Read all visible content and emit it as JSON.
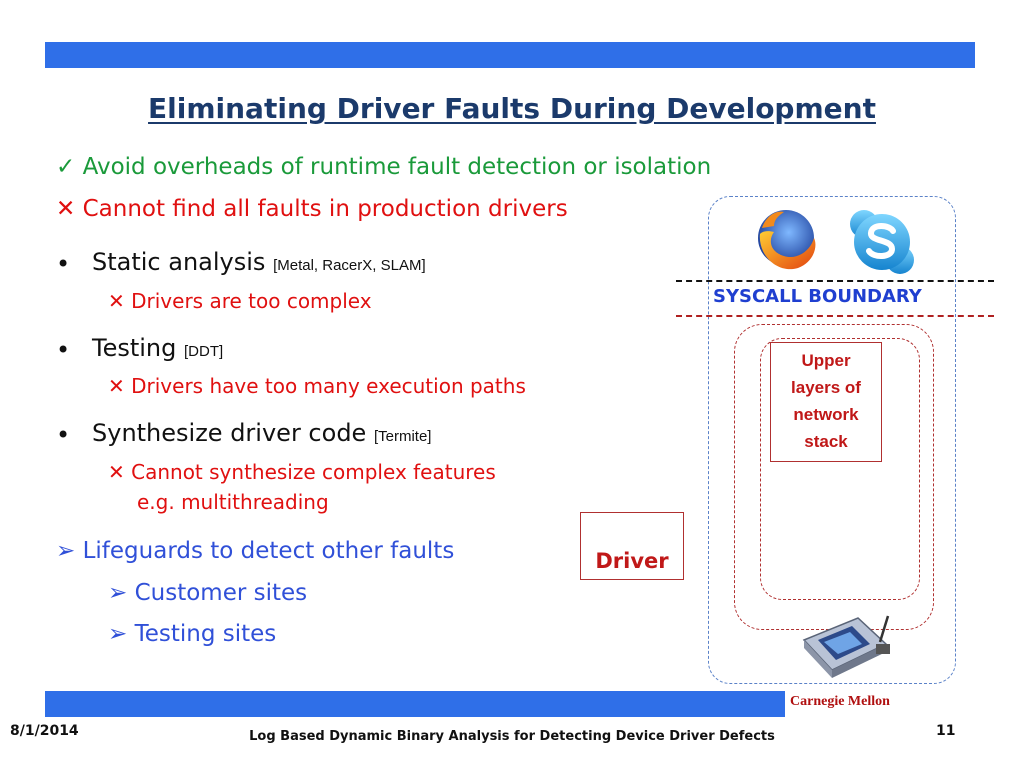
{
  "slide": {
    "title": "Eliminating Driver Faults During Development",
    "check_item": {
      "mark": "✓",
      "text": "Avoid overheads of runtime fault detection or isolation"
    },
    "cross_item": {
      "mark": "✕",
      "text": "Cannot find all faults in production drivers"
    },
    "bullets": [
      {
        "label": "Static analysis",
        "cite": "[Metal, RacerX, SLAM]",
        "sub": [
          "Drivers are too complex"
        ]
      },
      {
        "label": "Testing",
        "cite": "[DDT]",
        "sub": [
          "Drivers have too many execution paths"
        ]
      },
      {
        "label": "Synthesize driver code",
        "cite": "[Termite]",
        "sub": [
          "Cannot synthesize complex features",
          "e.g. multithreading"
        ]
      }
    ],
    "bullet_mark": "•",
    "sub_mark": "✕",
    "arrow_mark": "➢",
    "lifeguards": {
      "text": "Lifeguards to detect other faults",
      "items": [
        "Customer sites",
        "Testing sites"
      ]
    }
  },
  "diagram": {
    "syscall_label": "SYSCALL BOUNDARY",
    "upper_layers": [
      "Upper",
      "layers of",
      "network",
      "stack"
    ],
    "driver_label": "Driver",
    "icons": [
      "firefox-icon",
      "skype-icon",
      "network-card-icon"
    ]
  },
  "footer": {
    "date": "8/1/2014",
    "center": "Log Based Dynamic Binary Analysis for Detecting Device Driver Defects",
    "page": "11",
    "institution": "Carnegie Mellon"
  },
  "colors": {
    "accent_bar": "#2f6fe8",
    "title": "#1b3a6b",
    "check": "#1a9a3a",
    "cross": "#e01010",
    "link_blue": "#3050d8",
    "box_red": "#b03030"
  }
}
